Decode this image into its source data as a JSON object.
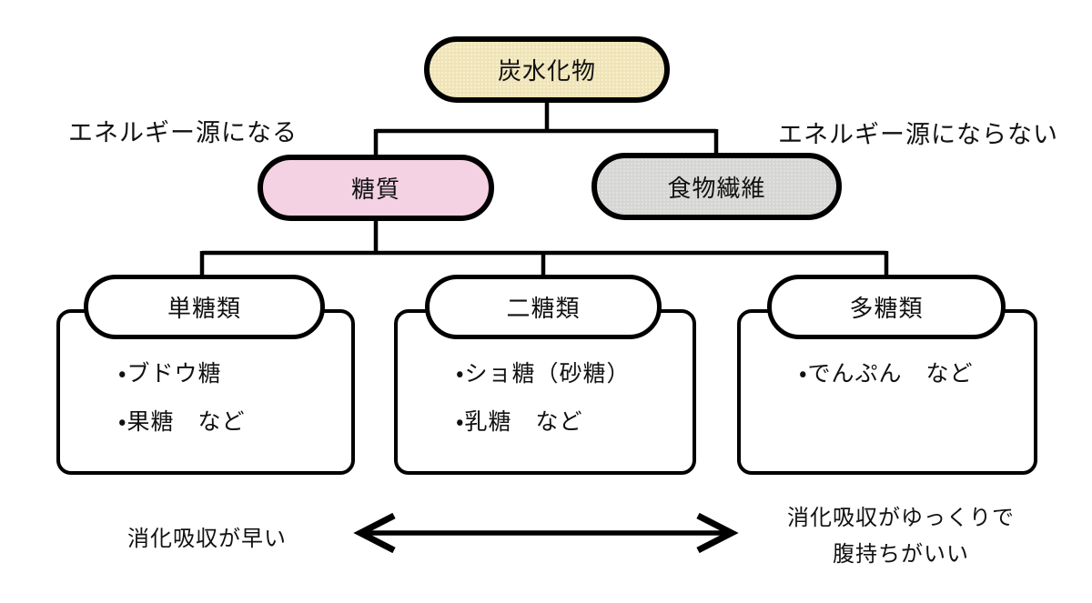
{
  "diagram": {
    "root": {
      "label": "炭水化物"
    },
    "side_labels": {
      "left": "エネルギー源になる",
      "right": "エネルギー源にならない"
    },
    "level2": {
      "sugar": {
        "label": "糖質"
      },
      "fiber": {
        "label": "食物繊維"
      }
    },
    "level3": [
      {
        "label": "単糖類",
        "items": [
          "・ブドウ糖",
          "・果糖　など"
        ]
      },
      {
        "label": "二糖類",
        "items": [
          "・ショ糖（砂糖）",
          "・乳糖　など"
        ]
      },
      {
        "label": "多糖類",
        "items": [
          "・でんぷん　など"
        ]
      }
    ],
    "captions": {
      "left": "消化吸収が早い",
      "right_line1": "消化吸収がゆっくりで",
      "right_line2": "腹持ちがいい"
    }
  },
  "colors": {
    "background": "#ffffff",
    "root_fill": "#efe4b8",
    "sugar_fill": "#f4d2e3",
    "fiber_fill": "#d6d6d4",
    "node_fill": "#ffffff",
    "line": "#000000",
    "text": "#111111"
  }
}
